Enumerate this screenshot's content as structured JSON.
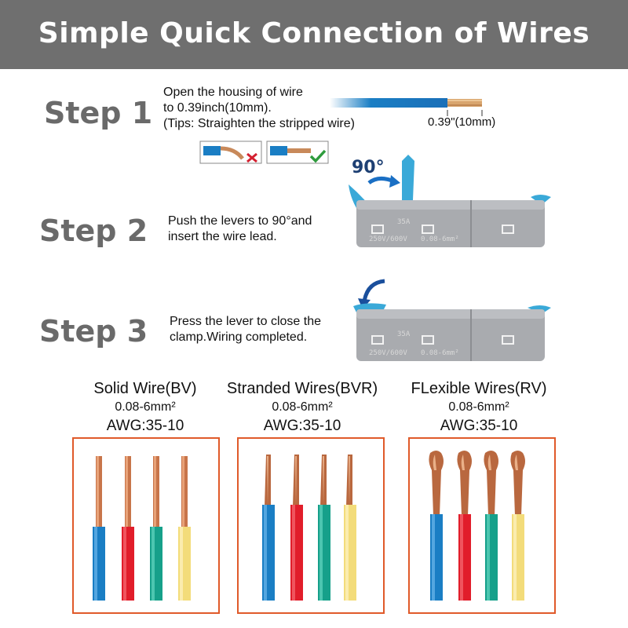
{
  "header": {
    "title": "Simple Quick Connection of Wires"
  },
  "steps": [
    {
      "label": "Step 1",
      "lines": [
        "Open the housing of wire",
        "to 0.39inch(10mm).",
        "(Tips:  Straighten the stripped wire)"
      ],
      "measure": "0.39\"(10mm)"
    },
    {
      "label": "Step 2",
      "lines": [
        "Push the levers to 90°and",
        "insert the wire lead."
      ],
      "angle": "90°"
    },
    {
      "label": "Step 3",
      "lines": [
        "Press the lever to close the",
        "clamp.Wiring completed."
      ]
    }
  ],
  "connector": {
    "rating": "35A",
    "voltage": "250V/600V",
    "range": "0.08-6mm²"
  },
  "wire_types": [
    {
      "title": "Solid Wire(BV)",
      "size": "0.08-6mm²",
      "awg": "AWG:35-10"
    },
    {
      "title": "Stranded Wires(BVR)",
      "size": "0.08-6mm²",
      "awg": "AWG:35-10"
    },
    {
      "title": "FLexible Wires(RV)",
      "size": "0.08-6mm²",
      "awg": "AWG:35-10"
    }
  ],
  "colors": {
    "banner": "#6f6f6f",
    "step_text": "#6a6a6a",
    "box_border": "#e05a2a",
    "wire_blue": "#1a7ec4",
    "wire_red": "#e11d2a",
    "wire_green": "#16a08a",
    "wire_yellow": "#f3dc7a",
    "copper": "#c8754a",
    "lever": "#3aa9d8",
    "housing": "#a9abaf"
  }
}
